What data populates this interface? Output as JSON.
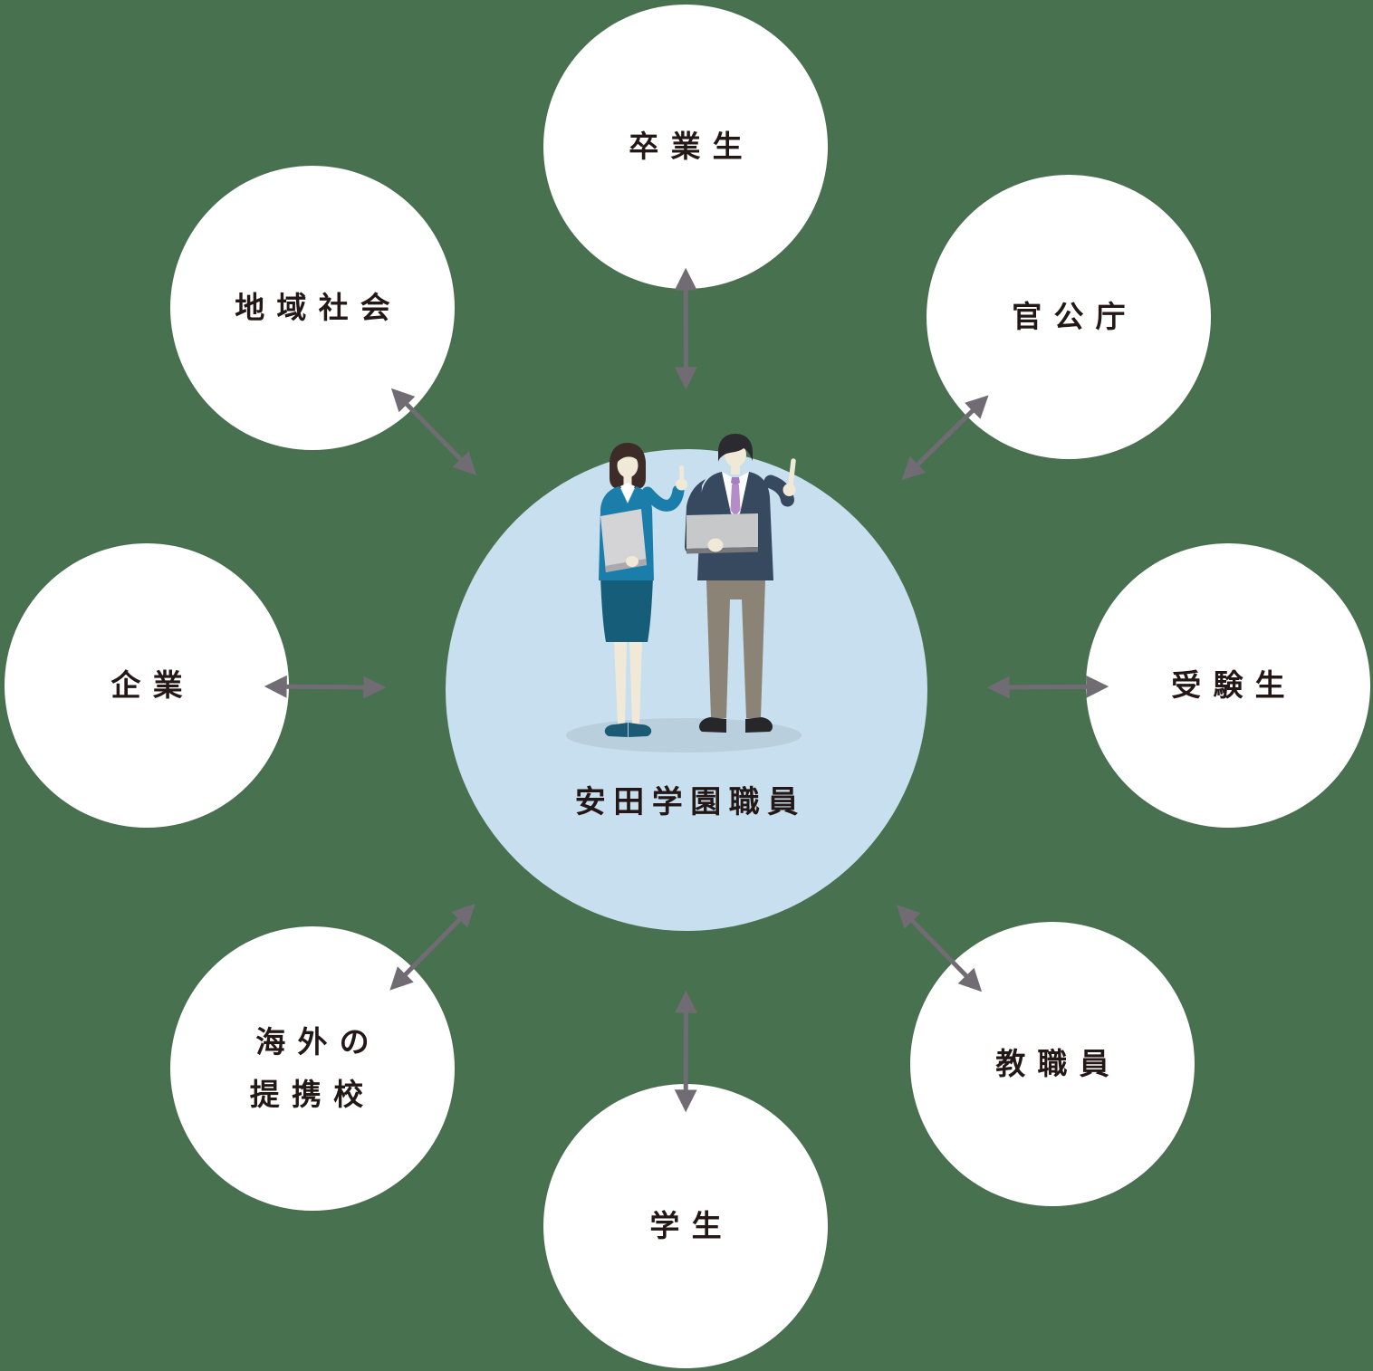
{
  "center": {
    "label": "安田学園職員",
    "illustration": "two-school-staff-members-pointing-up"
  },
  "nodes": [
    {
      "id": "graduates",
      "label": "卒業生",
      "position": "top"
    },
    {
      "id": "government",
      "label": "官公庁",
      "position": "top-right"
    },
    {
      "id": "examinees",
      "label": "受験生",
      "position": "right"
    },
    {
      "id": "faculty-staff",
      "label": "教職員",
      "position": "bottom-right"
    },
    {
      "id": "students",
      "label": "学生",
      "position": "bottom"
    },
    {
      "id": "overseas-schools",
      "label": "海外の\n提携校",
      "position": "bottom-left"
    },
    {
      "id": "companies",
      "label": "企業",
      "position": "left"
    },
    {
      "id": "community",
      "label": "地域社会",
      "position": "top-left"
    }
  ],
  "connections": [
    {
      "from": "center",
      "to": "top",
      "bidirectional": true
    },
    {
      "from": "center",
      "to": "top-right",
      "bidirectional": true
    },
    {
      "from": "center",
      "to": "right",
      "bidirectional": true
    },
    {
      "from": "center",
      "to": "bottom-right",
      "bidirectional": true
    },
    {
      "from": "center",
      "to": "bottom",
      "bidirectional": true
    },
    {
      "from": "center",
      "to": "bottom-left",
      "bidirectional": true
    },
    {
      "from": "center",
      "to": "left",
      "bidirectional": true
    },
    {
      "from": "center",
      "to": "top-left",
      "bidirectional": true
    }
  ],
  "colors": {
    "background": "#48714f",
    "node_circle": "#ffffff",
    "center_circle": "#c7dfee",
    "arrow": "#716c74",
    "text": "#231815",
    "shadow_ellipse": "#b9cfdd",
    "woman_jacket": "#1b7da9",
    "woman_skirt": "#155d78",
    "man_suit": "#36495e",
    "man_pants": "#8b8376",
    "tie": "#b48cc9",
    "laptop": "#c6c8ca",
    "skin": "#f1e9d7"
  }
}
